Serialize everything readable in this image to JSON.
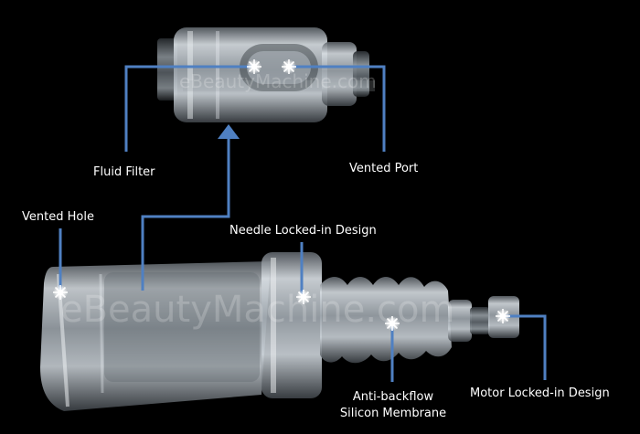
{
  "labels": {
    "fluid_filter": "Fluid Filter",
    "vented_port": "Vented Port",
    "vented_hole": "Vented Hole",
    "needle_locked_in": "Needle Locked-in Design",
    "anti_backflow_line1": "Anti-backflow",
    "anti_backflow_line2": "Silicon Membrane",
    "motor_locked_in": "Motor Locked-in Design"
  },
  "watermark": "eBeautyMachine.com",
  "colors": {
    "background": "#000000",
    "callout_line": "#4f80c2",
    "label_text": "#ffffff",
    "plastic": "#cfd6dc"
  }
}
